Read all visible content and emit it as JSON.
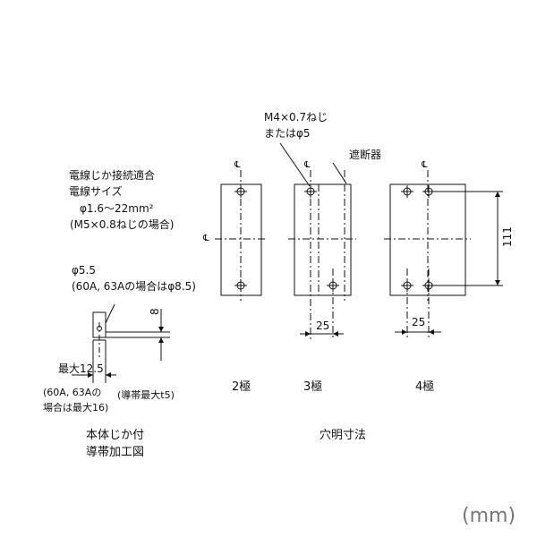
{
  "wire": {
    "line1": "電線じか接続適合",
    "line2": "電線サイズ",
    "line3": "φ1.6～22mm²",
    "line4": "(M5×0.8ねじの場合)"
  },
  "hole": {
    "line1": "φ5.5",
    "line2": "(60A, 63Aの場合はφ8.5)"
  },
  "dims": {
    "eight": "8",
    "max_width": "最大12.5",
    "max_note1": "(60A, 63Aの",
    "max_note2": "場合は最大16)",
    "conductor": "(導帯最大t5)",
    "spacing_3p": "25",
    "spacing_4p": "25",
    "height": "111"
  },
  "screw": {
    "line1": "M4×0.7ねじ",
    "line2": "またはφ5"
  },
  "breaker_label": "遮断器",
  "centerline_symbol": "℄",
  "poles": {
    "two": "2極",
    "three": "3極",
    "four": "4極"
  },
  "captions": {
    "left_line1": "本体じか付",
    "left_line2": "導帯加工図",
    "right": "穴明寸法"
  },
  "unit": "(mm)"
}
